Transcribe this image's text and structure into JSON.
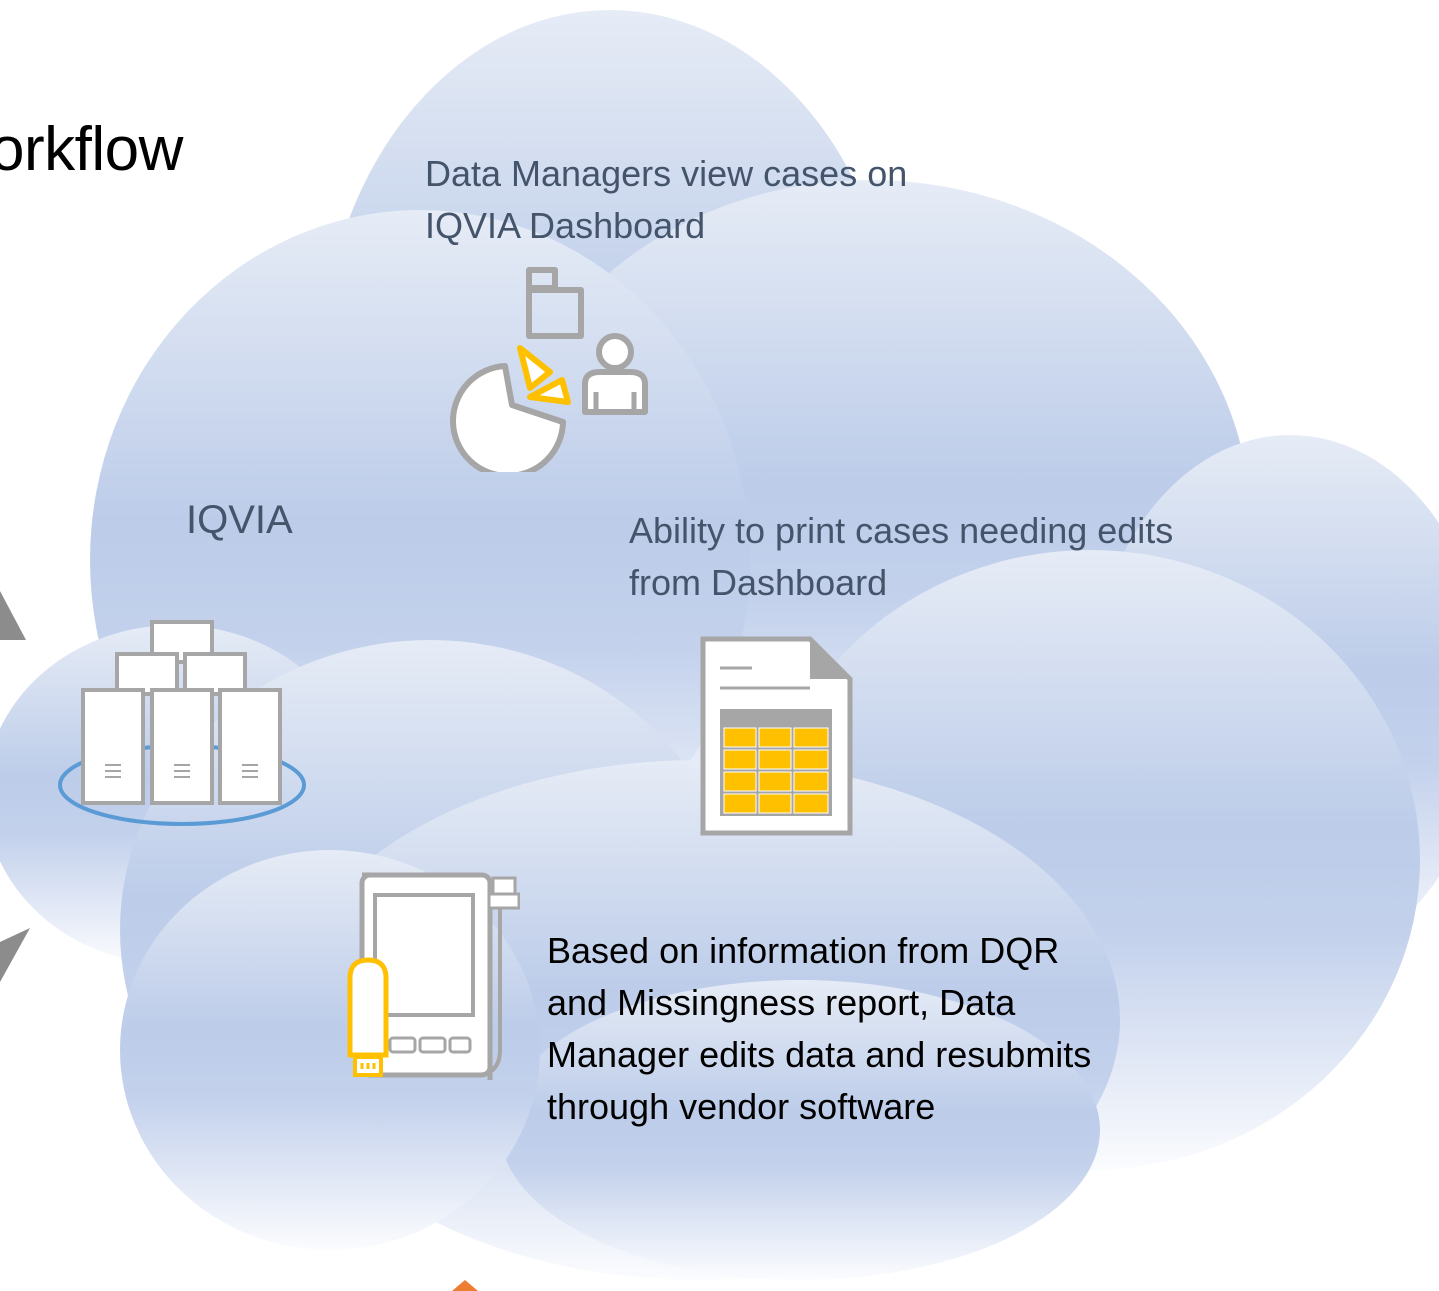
{
  "slide": {
    "title_fragment": "orkflow"
  },
  "cloud": {
    "title": "IQVIA",
    "steps": [
      {
        "id": "view-dashboard",
        "text": "Data Managers view cases on IQVIA Dashboard",
        "icon": "dashboard-analyst-icon"
      },
      {
        "id": "print-cases",
        "text": "Ability to print cases needing edits from Dashboard",
        "icon": "report-document-icon"
      },
      {
        "id": "edit-resubmit",
        "text": "Based on information from DQR and Missingness report, Data Manager edits data and resubmits through vendor software",
        "icon": "tablet-usb-icon"
      }
    ],
    "server_icon": "server-cluster-icon"
  },
  "colors": {
    "cloud_top": "#e3e9f4",
    "cloud_mid": "#bccce9",
    "cloud_bottom": "#f7f9fd",
    "icon_gray": "#a6a6a6",
    "accent_yellow": "#ffc000",
    "ring_blue": "#5b9bd5",
    "arrow_gray": "#8c8c8c",
    "arrow_orange": "#ed7d31",
    "label_text": "#44546a"
  }
}
